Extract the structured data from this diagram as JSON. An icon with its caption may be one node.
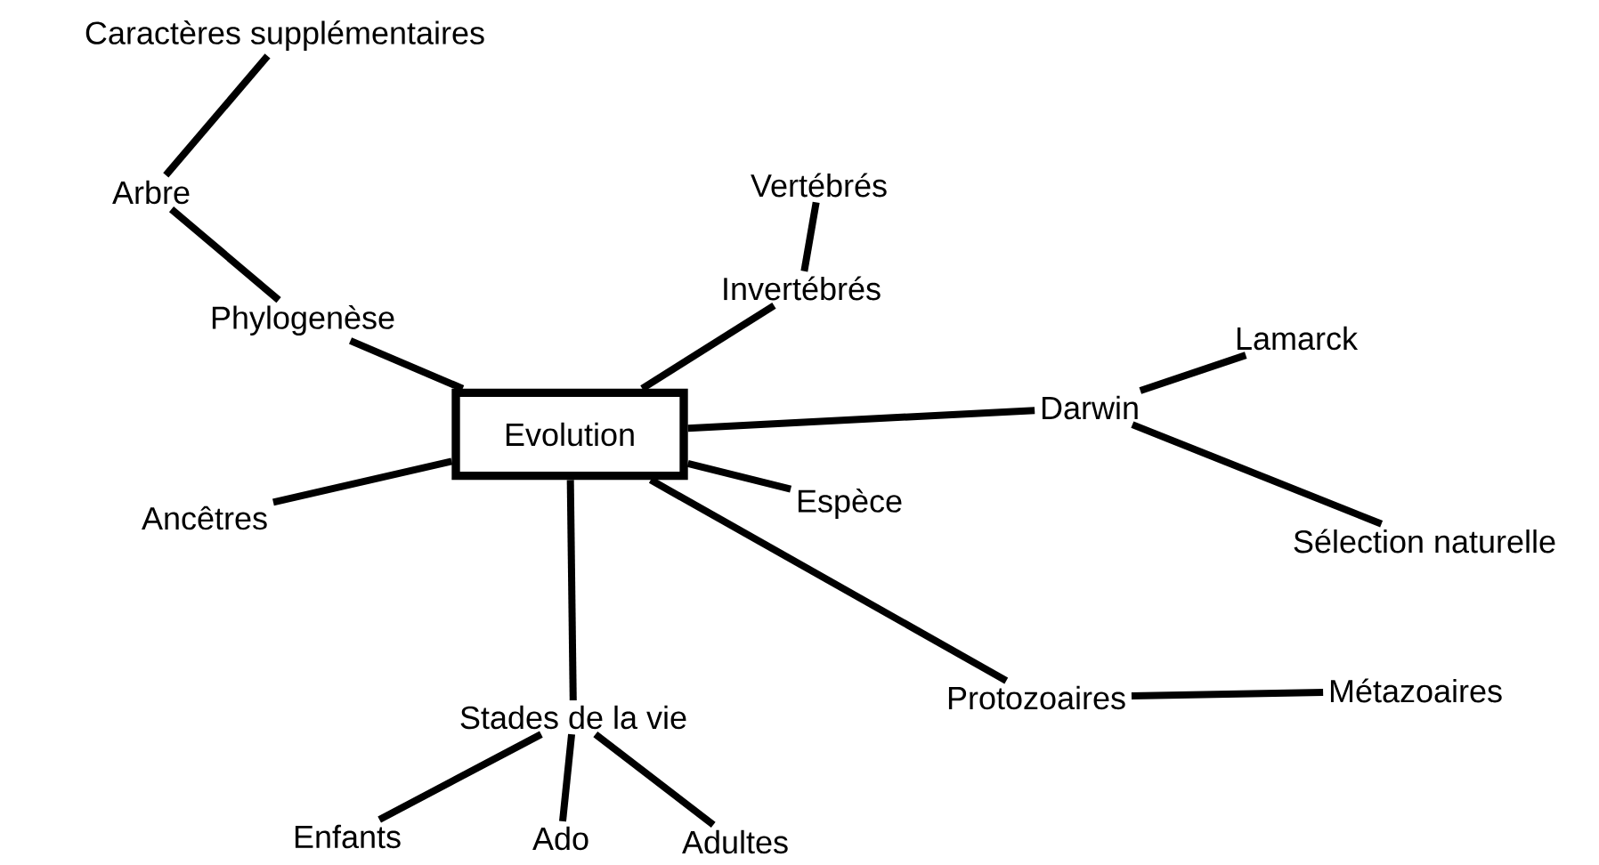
{
  "diagram": {
    "nodes": [
      {
        "text": [
          "Evolution"
        ]
      },
      {
        "text": [
          "Caractères supplémentaires"
        ]
      },
      {
        "text": [
          "Arbre"
        ]
      },
      {
        "text": [
          "Phylogenèse"
        ]
      },
      {
        "text": [
          "Vertébrés"
        ]
      },
      {
        "text": [
          "Invertébrés"
        ]
      },
      {
        "text": [
          "Darwin"
        ]
      },
      {
        "text": [
          "Lamarck"
        ]
      },
      {
        "text": [
          "Sélection naturelle"
        ]
      },
      {
        "text": [
          "Ancêtres"
        ]
      },
      {
        "text": [
          "Espèce"
        ]
      },
      {
        "text": [
          "Protozoaires"
        ]
      },
      {
        "text": [
          "Métazoaires"
        ]
      },
      {
        "text": [
          "Stades de la vie"
        ]
      },
      {
        "text": [
          "Enfants"
        ]
      },
      {
        "text": [
          "Ado"
        ]
      },
      {
        "text": [
          "Adultes"
        ]
      }
    ],
    "edges": [
      {
        "from": 0,
        "to": 3,
        "arrow": "none"
      },
      {
        "from": 3,
        "to": 2,
        "arrow": "none"
      },
      {
        "from": 2,
        "to": 1,
        "arrow": "none"
      },
      {
        "from": 0,
        "to": 5,
        "arrow": "none"
      },
      {
        "from": 5,
        "to": 4,
        "arrow": "none"
      },
      {
        "from": 0,
        "to": 6,
        "arrow": "none"
      },
      {
        "from": 6,
        "to": 7,
        "arrow": "none"
      },
      {
        "from": 6,
        "to": 8,
        "arrow": "none"
      },
      {
        "from": 0,
        "to": 9,
        "arrow": "none"
      },
      {
        "from": 0,
        "to": 10,
        "arrow": "none"
      },
      {
        "from": 0,
        "to": 11,
        "arrow": "none"
      },
      {
        "from": 11,
        "to": 12,
        "arrow": "none"
      },
      {
        "from": 0,
        "to": 13,
        "arrow": "none"
      },
      {
        "from": 13,
        "to": 14,
        "arrow": "none"
      },
      {
        "from": 13,
        "to": 15,
        "arrow": "none"
      },
      {
        "from": 13,
        "to": 16,
        "arrow": "none"
      }
    ]
  }
}
